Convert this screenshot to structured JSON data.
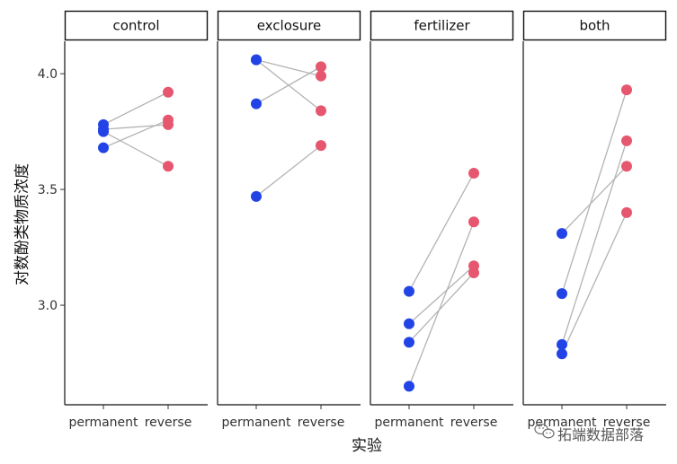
{
  "chart_data": {
    "type": "scatter",
    "xlabel": "实验",
    "ylabel": "对数酚类物质浓度",
    "ylim": [
      2.57,
      4.14
    ],
    "yticks": [
      3.0,
      3.5,
      4.0
    ],
    "ytick_labels": [
      "3.0",
      "3.5",
      "4.0"
    ],
    "x_categories": [
      "permanent",
      "reverse"
    ],
    "grid": false,
    "legend": "none",
    "colors": {
      "permanent": "#2244e6",
      "reverse": "#e6566e",
      "line": "#b3b3b3"
    },
    "facets": [
      {
        "label": "control",
        "pairs": [
          [
            3.78,
            3.92
          ],
          [
            3.75,
            3.6
          ],
          [
            3.68,
            3.8
          ],
          [
            3.76,
            3.78
          ]
        ]
      },
      {
        "label": "exclosure",
        "pairs": [
          [
            4.06,
            3.99
          ],
          [
            4.06,
            3.84
          ],
          [
            3.87,
            4.03
          ],
          [
            3.47,
            3.69
          ]
        ]
      },
      {
        "label": "fertilizer",
        "pairs": [
          [
            3.06,
            3.57
          ],
          [
            2.92,
            3.17
          ],
          [
            2.84,
            3.14
          ],
          [
            2.65,
            3.36
          ]
        ]
      },
      {
        "label": "both",
        "pairs": [
          [
            3.31,
            3.6
          ],
          [
            3.05,
            3.93
          ],
          [
            2.83,
            3.71
          ],
          [
            2.79,
            3.4
          ]
        ]
      }
    ]
  },
  "watermark": {
    "text": "拓端数据部落",
    "icon": "wechat-icon"
  }
}
